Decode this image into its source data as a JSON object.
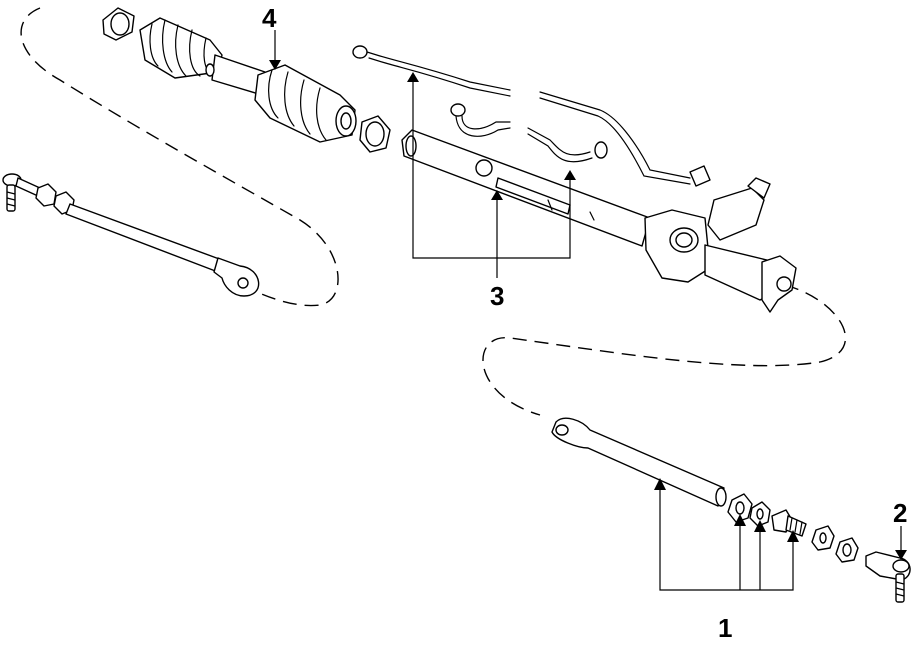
{
  "diagram": {
    "callouts": [
      {
        "id": "1",
        "label": "1"
      },
      {
        "id": "2",
        "label": "2"
      },
      {
        "id": "3",
        "label": "3"
      },
      {
        "id": "4",
        "label": "4"
      }
    ],
    "colors": {
      "line": "#000000",
      "background": "#ffffff"
    },
    "parts": [
      "inner-tie-rod",
      "jam-nut",
      "adjuster-sleeve",
      "outer-tie-rod-end",
      "steering-rack-housing",
      "hydraulic-lines",
      "rack-boot"
    ]
  }
}
